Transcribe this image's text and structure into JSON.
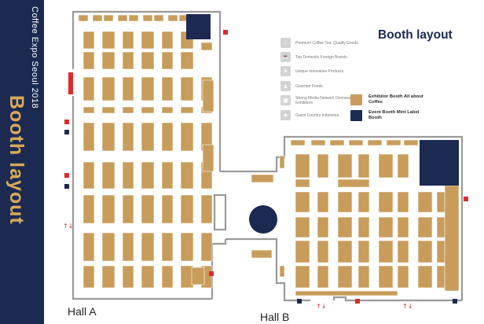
{
  "header": {
    "event_name": "Coffee Expo Seoul 2018",
    "sidebar_title": "Booth layout",
    "page_title": "Booth layout"
  },
  "legend": {
    "categories": [
      {
        "label": "Premium Coffee Tea, Quality Goods",
        "icon": "coffee-bag-icon"
      },
      {
        "label": "Top Domestic Foreign Brands",
        "icon": "coffee-cup-icon"
      },
      {
        "label": "Unique Innovative Products",
        "icon": "lightbulb-icon"
      },
      {
        "label": "Gourmet Foods",
        "icon": "cake-icon"
      },
      {
        "label": "Strong Media Network Overseas Exhibitors",
        "icon": "monitor-icon"
      },
      {
        "label": "Guest Country Indonesia",
        "icon": "star-icon"
      }
    ],
    "booth_types": [
      {
        "label": "Exhibitor Booth All about Coffee",
        "color": "#c89c5a"
      },
      {
        "label": "Event Booth Mint Label Booth",
        "color": "#1c2a52"
      }
    ]
  },
  "halls": {
    "hall_a": "Hall A",
    "hall_b": "Hall B"
  },
  "colors": {
    "booth": "#c89c5a",
    "navy": "#1c2a52",
    "wall": "#9a9a9a",
    "entrance_red": "#e02a2a"
  }
}
